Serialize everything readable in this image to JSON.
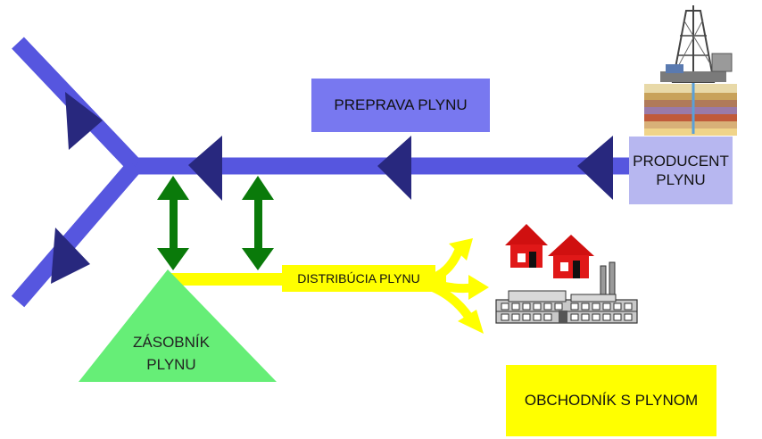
{
  "labels": {
    "transport": "PREPRAVA PLYNU",
    "producer_line1": "PRODUCENT",
    "producer_line2": "PLYNU",
    "distribution": "DISTRIBÚCIA PLYNU",
    "storage_line1": "ZÁSOBNÍK",
    "storage_line2": "PLYNU",
    "trader": "OBCHODNÍK S PLYNOM"
  },
  "icons": {
    "producer": "oil-rig-icon",
    "houses": "house-icon",
    "factory": "factory-icon"
  },
  "colors": {
    "pipeline": "#5656df",
    "flow_arrow": "#28287e",
    "transport_box": "#7878f0",
    "producer_box": "#b7b7f0",
    "storage_triangle": "#66ee77",
    "storage_arrow": "#0a7a0a",
    "distribution": "#ffff00",
    "trader_box": "#ffff00"
  }
}
